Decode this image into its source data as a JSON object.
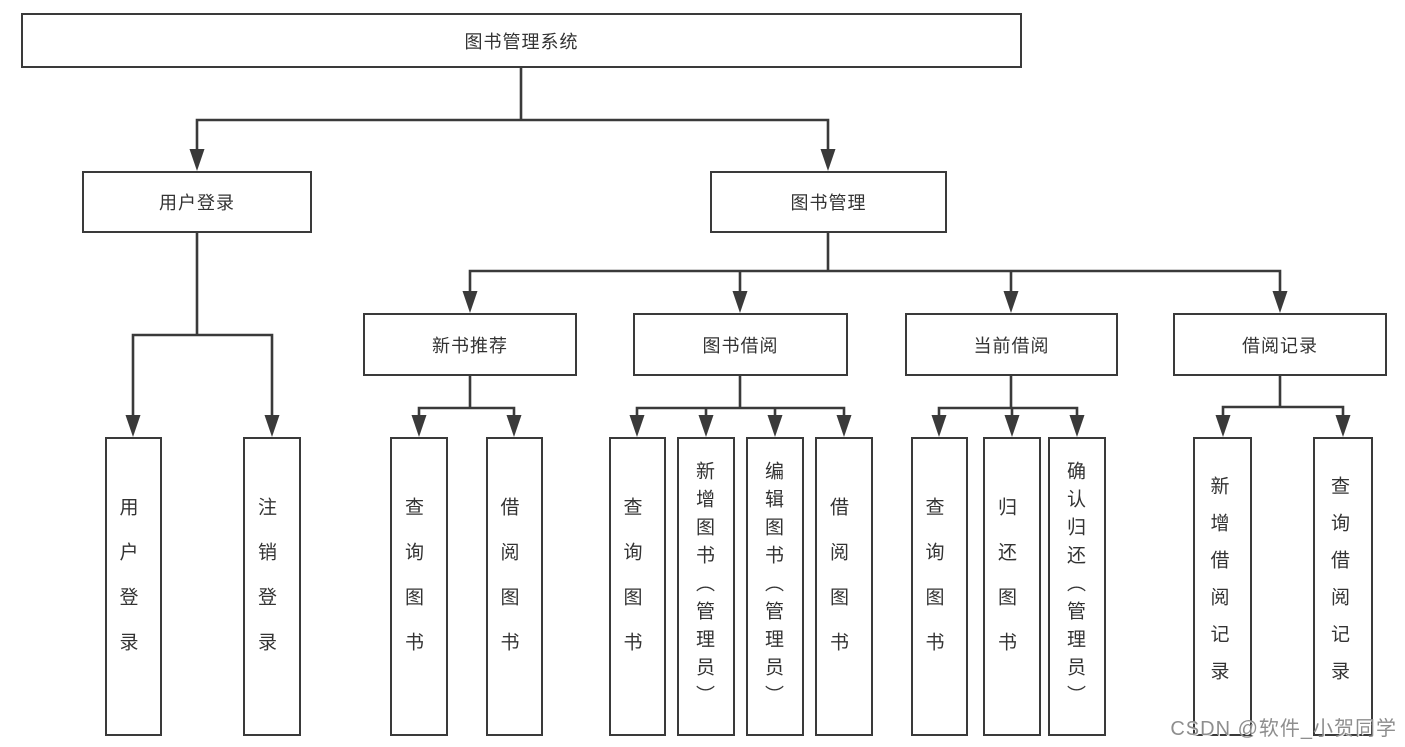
{
  "tree": {
    "root": {
      "label": "图书管理系统"
    },
    "children": [
      {
        "label": "用户登录",
        "children": [
          {
            "label": "用户登录"
          },
          {
            "label": "注销登录"
          }
        ]
      },
      {
        "label": "图书管理",
        "children": [
          {
            "label": "新书推荐",
            "children": [
              {
                "label": "查询图书"
              },
              {
                "label": "借阅图书"
              }
            ]
          },
          {
            "label": "图书借阅",
            "children": [
              {
                "label": "查询图书"
              },
              {
                "label": "新增图书（管理员）"
              },
              {
                "label": "编辑图书（管理员）"
              },
              {
                "label": "借阅图书"
              }
            ]
          },
          {
            "label": "当前借阅",
            "children": [
              {
                "label": "查询图书"
              },
              {
                "label": "归还图书"
              },
              {
                "label": "确认归还（管理员）"
              }
            ]
          },
          {
            "label": "借阅记录",
            "children": [
              {
                "label": "新增借阅记录"
              },
              {
                "label": "查询借阅记录"
              }
            ]
          }
        ]
      }
    ]
  },
  "watermark": {
    "text": "CSDN @软件_小贺同学"
  },
  "colors": {
    "line": "#3a3a3a",
    "box_border": "#3a3a3a",
    "box_background": "#ffffff",
    "text": "#333333",
    "watermark": "#8e8e8e",
    "page_background": "#ffffff"
  }
}
